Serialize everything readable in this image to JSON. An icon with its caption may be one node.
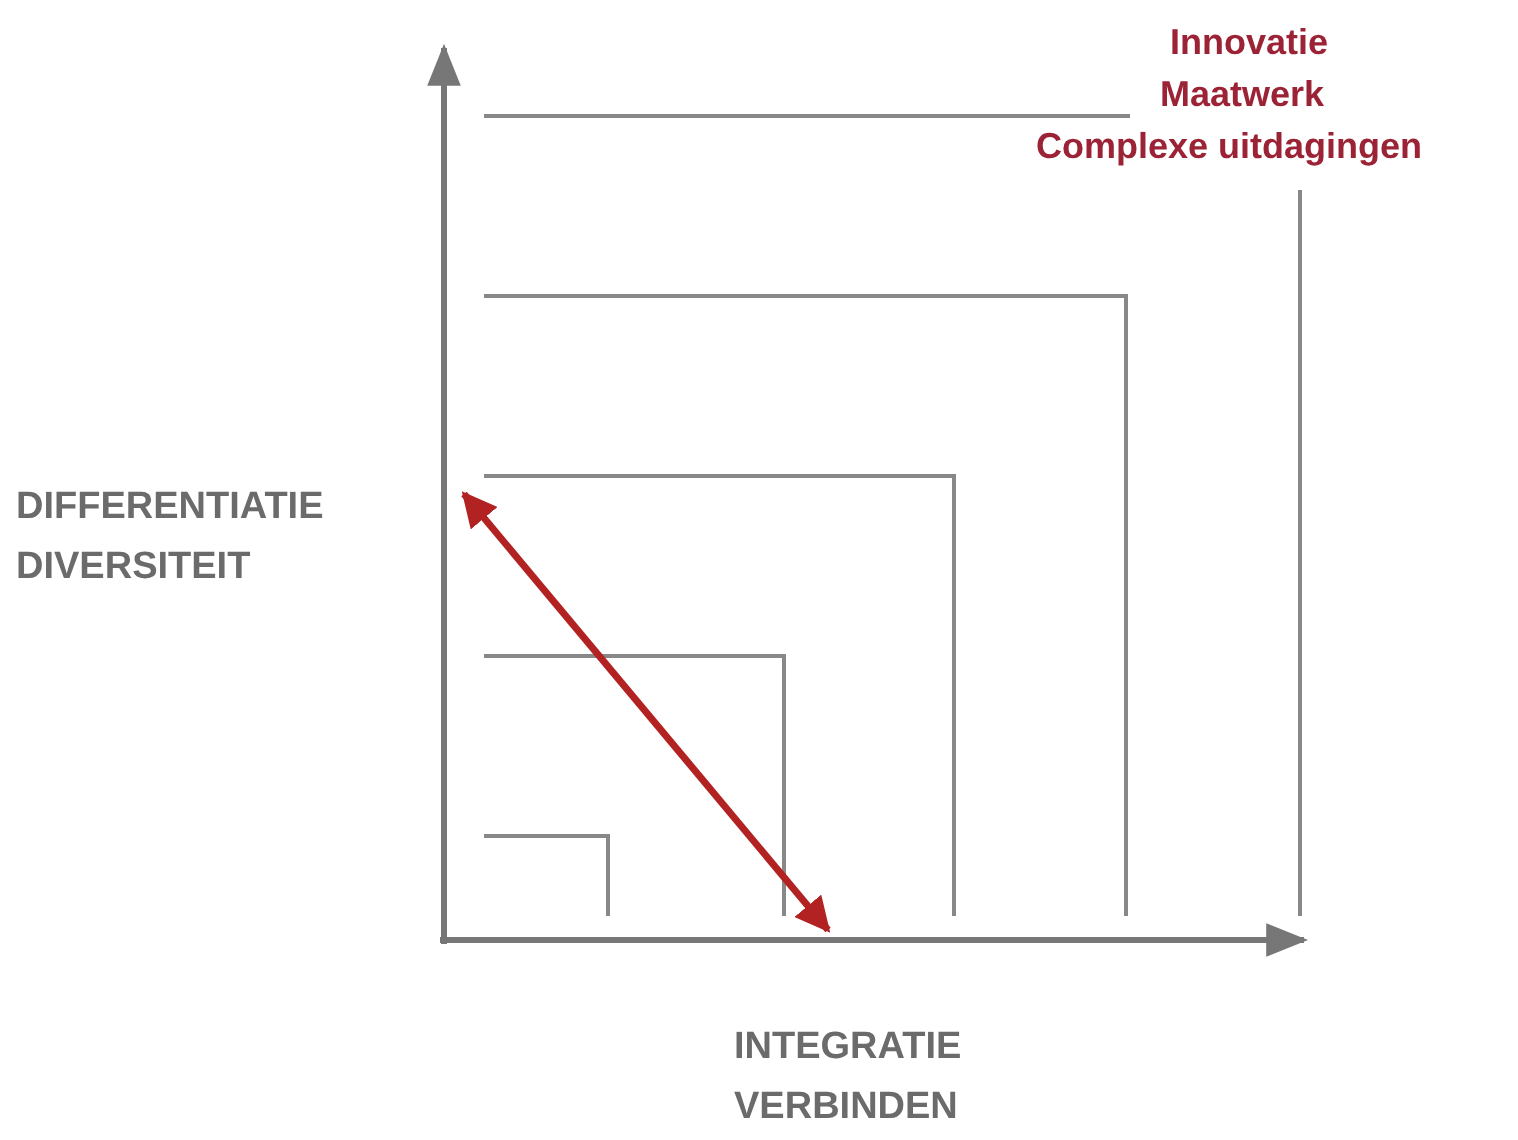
{
  "diagram": {
    "labels": [
      "Innovatie",
      "Maatwerk",
      "Complexe uitdagingen",
      "DIFFERENTIATIE",
      "DIVERSITEIT",
      "INTEGRATIE",
      "VERBINDEN"
    ]
  }
}
